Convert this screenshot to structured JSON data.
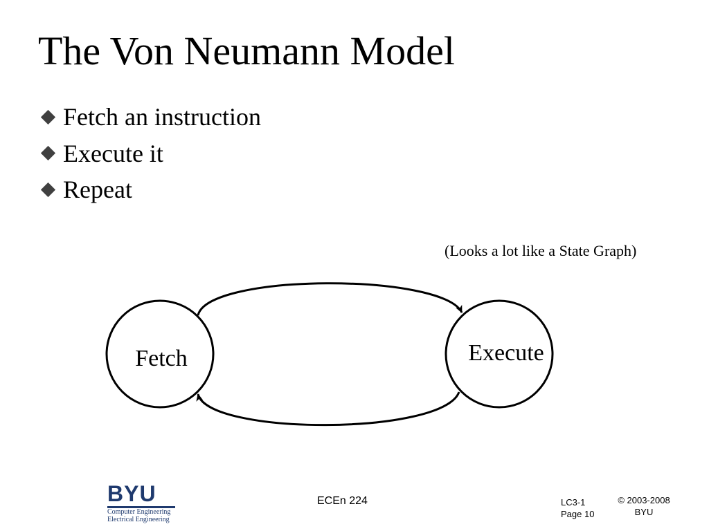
{
  "slide": {
    "title": "The Von Neumann Model",
    "bullets": [
      "Fetch an instruction",
      "Execute it",
      "Repeat"
    ],
    "bullet_icon": "diamond-bullet",
    "note": "(Looks a lot like a State Graph)"
  },
  "diagram": {
    "nodes": {
      "fetch": "Fetch",
      "execute": "Execute"
    },
    "edges": [
      {
        "from": "Fetch",
        "to": "Execute"
      },
      {
        "from": "Execute",
        "to": "Fetch"
      }
    ]
  },
  "footer": {
    "logo": {
      "word": "BYU",
      "line1": "Computer Engineering",
      "line2": "Electrical Engineering",
      "color": "#1f3a6e"
    },
    "course": "ECEn 224",
    "lecture": "LC3-1",
    "page": "Page 10",
    "copyright": "© 2003-2008",
    "org": "BYU"
  }
}
